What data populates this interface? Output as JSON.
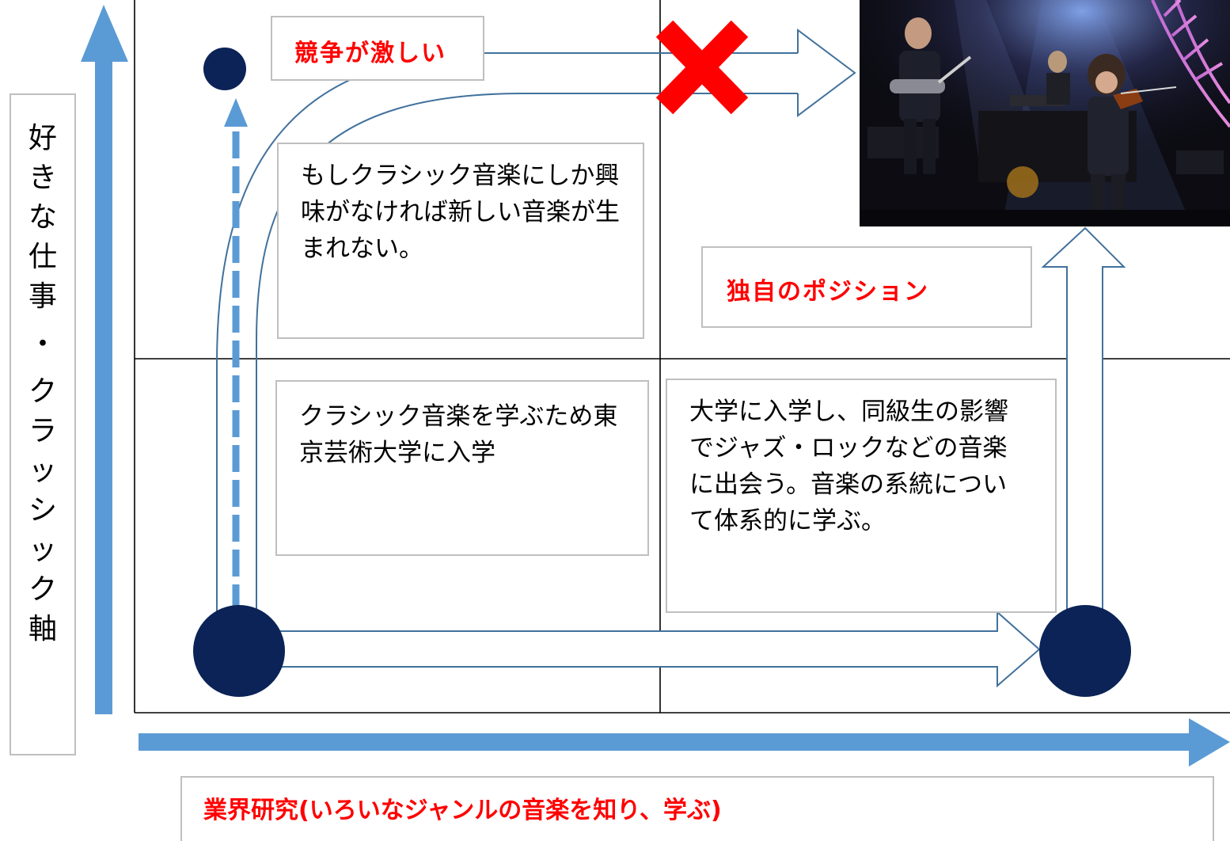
{
  "colors": {
    "axis_arrow": "#5b9bd5",
    "dot": "#0b2357",
    "path_stroke": "#41719c",
    "cross": "#ff0000",
    "label_red": "#ff0000",
    "grid": "#000000",
    "box_border": "#bfbfbf"
  },
  "y_axis_label": "好きな仕事・クラッシック軸",
  "x_axis_label": "業界研究(いろいなジャンルの音楽を知り、学ぶ)",
  "labels": {
    "competition": "競争が激しい",
    "unique_position": "独自のポジション"
  },
  "boxes": {
    "top_left": "もしクラシック音楽にしか興味がなければ新しい音楽が生まれない。",
    "bottom_left": "クラシック音楽を学ぶため東京芸術大学に入学",
    "bottom_right": "大学に入学し、同級生の影響でジャズ・ロックなどの音楽に出会う。音楽の系統について体系的に学ぶ。"
  },
  "icons": {
    "blocked_marker": "red-x-icon",
    "photo": "concert-photo-violinist-with-band"
  }
}
